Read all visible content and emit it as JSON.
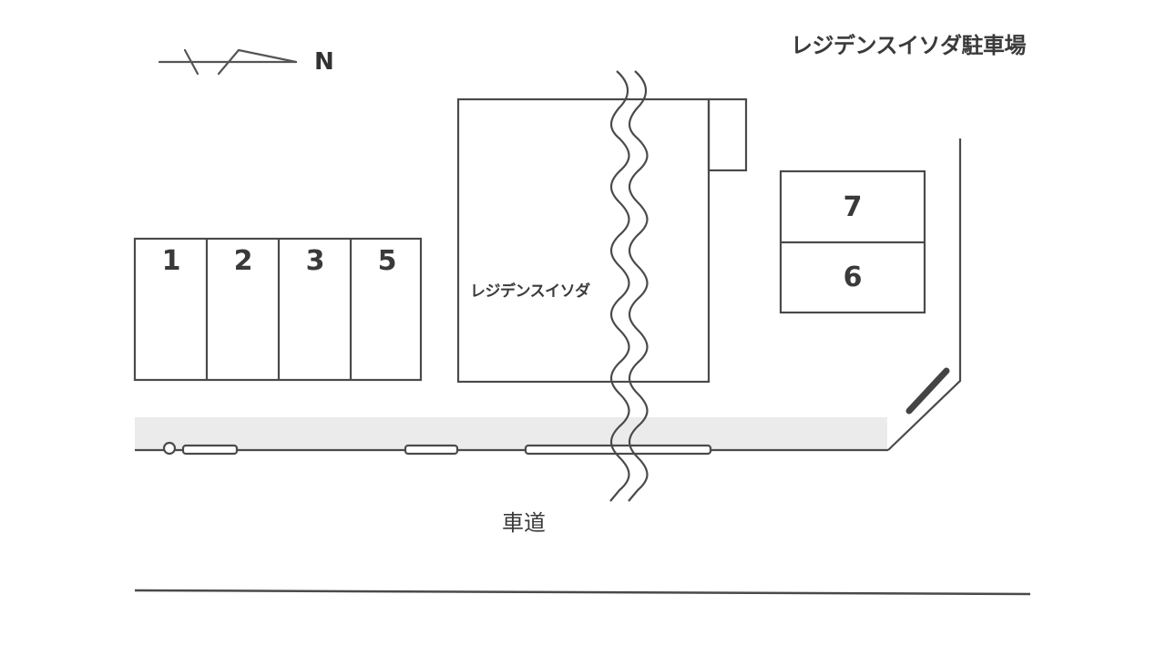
{
  "title": "レジデンスイソダ駐車場",
  "compass": {
    "icon": "north-arrow-icon",
    "label": "N"
  },
  "building": {
    "name": "レジデンスイソダ"
  },
  "road": {
    "label": "車道"
  },
  "parking_spaces": [
    {
      "number": "1"
    },
    {
      "number": "2"
    },
    {
      "number": "3"
    },
    {
      "number": "5"
    },
    {
      "number": "7"
    },
    {
      "number": "6"
    }
  ],
  "colors": {
    "line": "#4a4a4a",
    "sidewalk": "#ebebeb",
    "text": "#3a3a3a",
    "background": "#ffffff"
  }
}
